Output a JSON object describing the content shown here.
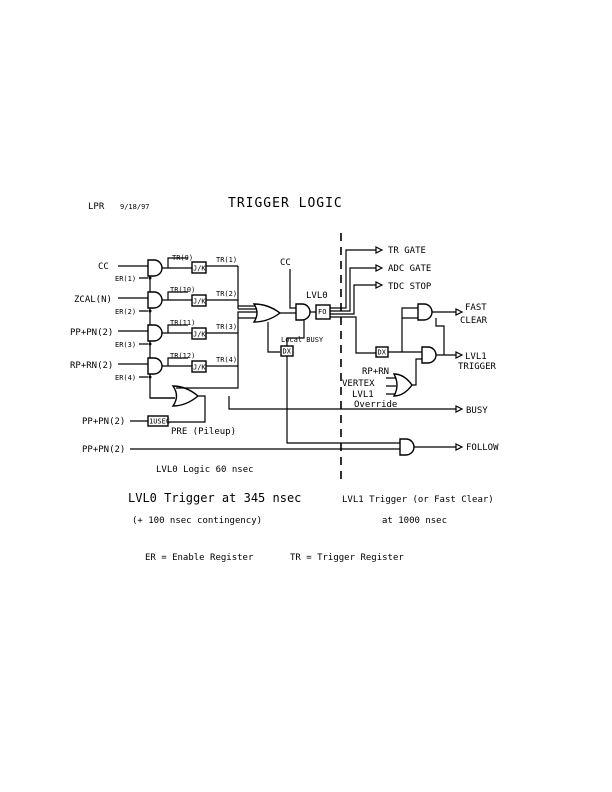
{
  "header": {
    "author": "LPR",
    "date": "9/18/97",
    "title": "TRIGGER LOGIC"
  },
  "inputs": {
    "cc": "CC",
    "er1": "ER(1)",
    "zcal": "ZCAL(N)",
    "er2": "ER(2)",
    "pp_pn2": "PP+PN(2)",
    "er3": "ER(3)",
    "rp_rn2": "RP+RN(2)",
    "er4": "ER(4)",
    "pp_pn2_pre": "PP+PN(2)",
    "pp_pn2_follow": "PP+PN(2)"
  },
  "registers": {
    "tr9": "TR(9)",
    "tr10": "TR(10)",
    "tr11": "TR(11)",
    "tr12": "TR(12)",
    "tr1": "TR(1)",
    "tr2": "TR(2)",
    "tr3": "TR(3)",
    "tr4": "TR(4)",
    "jk": "J/K"
  },
  "blocks": {
    "cc_lvl0": "CC",
    "lvl0": "LVL0",
    "fo": "FO",
    "local_busy": "Local BUSY",
    "dx": "DX",
    "pre_box": "1USEC",
    "pre": "PRE (Pileup)"
  },
  "outputs": {
    "tr_gate": "TR GATE",
    "adc_gate": "ADC GATE",
    "tdc_stop": "TDC STOP",
    "fast": "FAST",
    "clear": "CLEAR",
    "lvl1": "LVL1",
    "trigger": "TRIGGER",
    "busy": "BUSY",
    "follow": "FOLLOW"
  },
  "lvl1_inputs": {
    "rp_rn": "RP+RN",
    "vertex": "VERTEX",
    "lvl1": "LVL1",
    "override": "Override"
  },
  "notes": {
    "lvl0_logic": "LVL0 Logic  60 nsec",
    "lvl0_trigger": "LVL0 Trigger at 345 nsec",
    "contingency": "(+ 100 nsec contingency)",
    "lvl1_trigger": "LVL1 Trigger (or Fast Clear)",
    "at_1000": "at 1000 nsec",
    "er_def": "ER = Enable Register",
    "tr_def": "TR = Trigger Register"
  }
}
